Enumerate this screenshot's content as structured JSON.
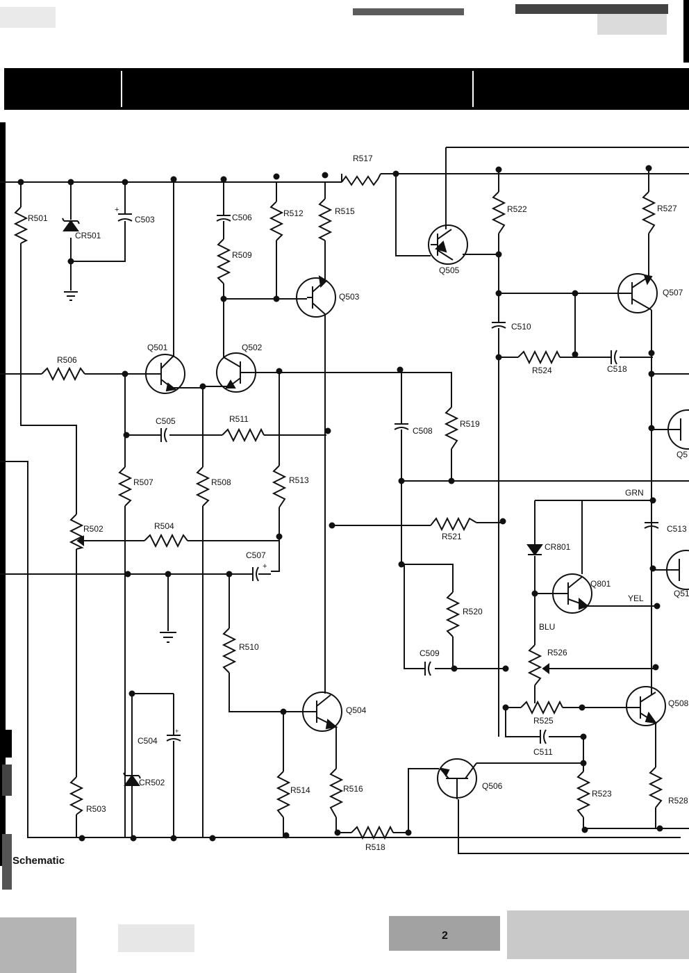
{
  "page": {
    "caption": "Schematic",
    "page_number": "2"
  },
  "components": {
    "R501": "R501",
    "CR501": "CR501",
    "C503": "C503",
    "C506": "C506",
    "R509": "R509",
    "R512": "R512",
    "R515": "R515",
    "R517": "R517",
    "Q505": "Q505",
    "R522": "R522",
    "R527": "R527",
    "Q503": "Q503",
    "Q507": "Q507",
    "C510": "C510",
    "R506": "R506",
    "Q501": "Q501",
    "Q502": "Q502",
    "R524": "R524",
    "C518": "C518",
    "C505": "C505",
    "R511": "R511",
    "C508": "C508",
    "R519": "R519",
    "R507": "R507",
    "R508": "R508",
    "R513": "R513",
    "R502": "R502",
    "R504": "R504",
    "R521": "R521",
    "C513": "C513",
    "CR801": "CR801",
    "C507": "C507",
    "Q801": "Q801",
    "R520": "R520",
    "R510": "R510",
    "R526": "R526",
    "C509": "C509",
    "Q504": "Q504",
    "R525": "R525",
    "Q508": "Q508",
    "C504": "C504",
    "C511": "C511",
    "CR502": "CR502",
    "R514": "R514",
    "R516": "R516",
    "Q506": "Q506",
    "R523": "R523",
    "R503": "R503",
    "R528": "R528",
    "R518": "R518",
    "Q5_right_1": "Q5",
    "Q5_right_2": "Q51"
  },
  "wire_labels": {
    "grn": "GRN",
    "yel": "YEL",
    "blu": "BLU"
  },
  "polarity": {
    "c503": "+",
    "c507": "+",
    "c504": "+"
  }
}
